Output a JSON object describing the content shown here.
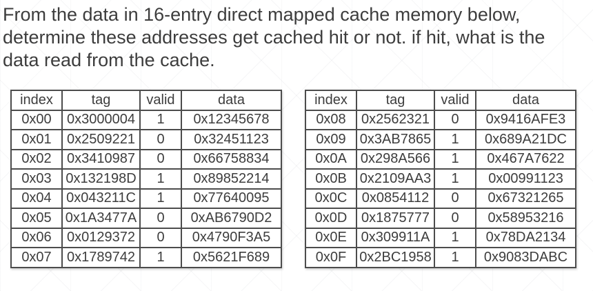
{
  "title": {
    "lines": [
      "From the data in 16-entry direct mapped cache memory below,",
      "determine these addresses get cached hit or not. if hit, what is the",
      "data read from the cache."
    ]
  },
  "tables": [
    {
      "name": "cache-table-left",
      "headers": [
        "index",
        "tag",
        "valid",
        "data"
      ],
      "rows": [
        [
          "0x00",
          "0x3000004",
          "1",
          "0x12345678"
        ],
        [
          "0x01",
          "0x2509221",
          "0",
          "0x32451123"
        ],
        [
          "0x02",
          "0x3410987",
          "0",
          "0x66758834"
        ],
        [
          "0x03",
          "0x132198D",
          "1",
          "0x89852214"
        ],
        [
          "0x04",
          "0x043211C",
          "1",
          "0x77640095"
        ],
        [
          "0x05",
          "0x1A3477A",
          "0",
          "0xAB6790D2"
        ],
        [
          "0x06",
          "0x0129372",
          "0",
          "0x4790F3A5"
        ],
        [
          "0x07",
          "0x1789742",
          "1",
          "0x5621F689"
        ]
      ]
    },
    {
      "name": "cache-table-right",
      "headers": [
        "index",
        "tag",
        "valid",
        "data"
      ],
      "rows": [
        [
          "0x08",
          "0x2562321",
          "0",
          "0x9416AFE3"
        ],
        [
          "0x09",
          "0x3AB7865",
          "1",
          "0x689A21DC"
        ],
        [
          "0x0A",
          "0x298A566",
          "1",
          "0x467A7622"
        ],
        [
          "0x0B",
          "0x2109AA3",
          "1",
          "0x00991123"
        ],
        [
          "0x0C",
          "0x0854112",
          "0",
          "0x67321265"
        ],
        [
          "0x0D",
          "0x1875777",
          "0",
          "0x58953216"
        ],
        [
          "0x0E",
          "0x309911A",
          "1",
          "0x78DA2134"
        ],
        [
          "0x0F",
          "0x2BC1958",
          "1",
          "0x9083DABC"
        ]
      ]
    }
  ],
  "colors": {
    "background": "#ffffff",
    "text": "#3d3d3d",
    "table_border": "#4c4c4c"
  }
}
